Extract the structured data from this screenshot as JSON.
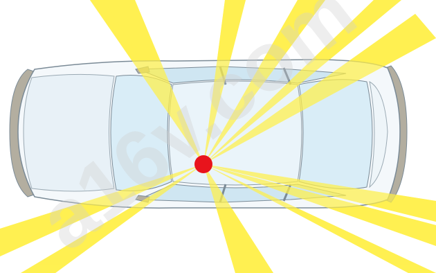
{
  "diagram": {
    "subject": "car-top-view",
    "colors": {
      "background": "#ffffff",
      "car_body": "#f4f8fb",
      "glass": "#d9edf7",
      "outline": "#7a8a96",
      "bumper": "#b3aea0",
      "beam": "#fff04a",
      "center_dot": "#e8141c"
    },
    "watermark": {
      "text": "a16v.com",
      "color": "#cfcfcf",
      "opacity": 0.35
    }
  }
}
